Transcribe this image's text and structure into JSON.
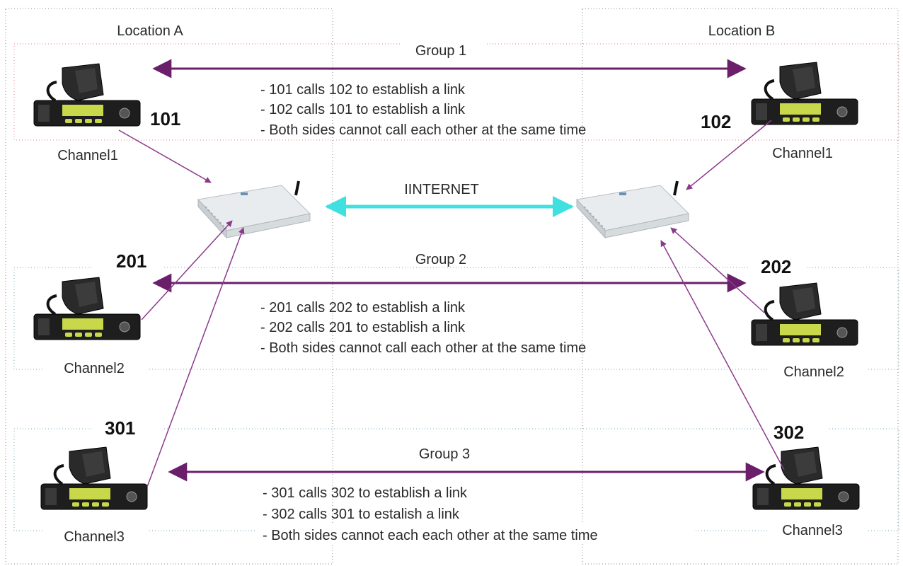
{
  "locations": {
    "a": "Location A",
    "b": "Location B"
  },
  "internet_label": "IINTERNET",
  "groups": [
    {
      "title": "Group 1",
      "left_id": "101",
      "right_id": "102",
      "left_channel": "Channel1",
      "right_channel": "Channel1",
      "notes": [
        "- 101 calls 102 to establish a link",
        "- 102 calls 101 to establish a link",
        "- Both sides cannot call each other at the same time"
      ]
    },
    {
      "title": "Group 2",
      "left_id": "201",
      "right_id": "202",
      "left_channel": "Channel2",
      "right_channel": "Channel2",
      "notes": [
        "- 201 calls 202 to establish a link",
        "- 202 calls 201 to establish a link",
        "- Both sides cannot call each other at the same time"
      ]
    },
    {
      "title": "Group 3",
      "left_id": "301",
      "right_id": "302",
      "left_channel": "Channel3",
      "right_channel": "Channel3",
      "notes": [
        "- 301 calls 302 to establish a link",
        "- 302 calls 301 to estalish a link",
        "- Both sides cannot each each other at the same time"
      ]
    }
  ],
  "colors": {
    "group_arrow": "#6b1f6b",
    "internet_arrow": "#40e0e0",
    "group1_border": "#e08080",
    "group_border": "#7aaab8",
    "location_border": "#888888"
  }
}
